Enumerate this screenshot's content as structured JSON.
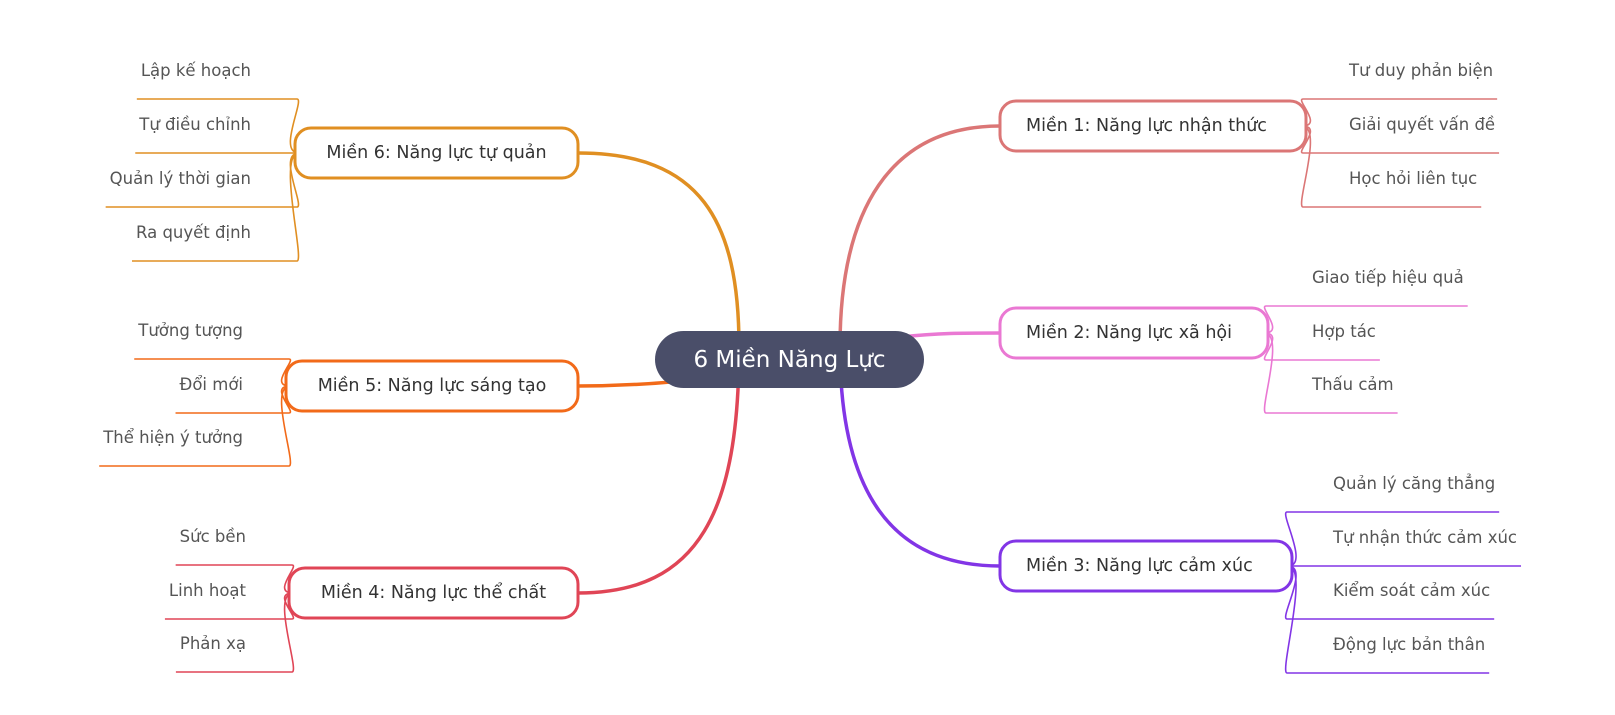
{
  "center": {
    "label": "6 Miền Năng Lực",
    "fill": "#4a4e69"
  },
  "branches": [
    {
      "id": "b1",
      "label": "Miền 1: Năng lực nhận thức",
      "color": "#db7676",
      "leaves": [
        "Tư duy phản biện",
        "Giải quyết vấn đề",
        "Học hỏi liên tục"
      ]
    },
    {
      "id": "b2",
      "label": "Miền 2: Năng lực xã hội",
      "color": "#ea78d3",
      "leaves": [
        "Giao tiếp hiệu quả",
        "Hợp tác",
        "Thấu cảm"
      ]
    },
    {
      "id": "b3",
      "label": "Miền 3: Năng lực cảm xúc",
      "color": "#8235e6",
      "leaves": [
        "Quản lý căng thẳng",
        "Tự nhận thức cảm xúc",
        "Kiểm soát cảm xúc",
        "Động lực bản thân"
      ]
    },
    {
      "id": "b4",
      "label": "Miền 4: Năng lực thể chất",
      "color": "#e04556",
      "leaves": [
        "Sức bền",
        "Linh hoạt",
        "Phản xạ"
      ]
    },
    {
      "id": "b5",
      "label": "Miền 5: Năng lực sáng tạo",
      "color": "#f26a19",
      "leaves": [
        "Tưởng tượng",
        "Đổi mới",
        "Thể hiện ý tưởng"
      ]
    },
    {
      "id": "b6",
      "label": "Miền 6: Năng lực tự quản",
      "color": "#e08f22",
      "leaves": [
        "Lập kế hoạch",
        "Tự điều chỉnh",
        "Quản lý thời gian",
        "Ra quyết định"
      ]
    }
  ]
}
